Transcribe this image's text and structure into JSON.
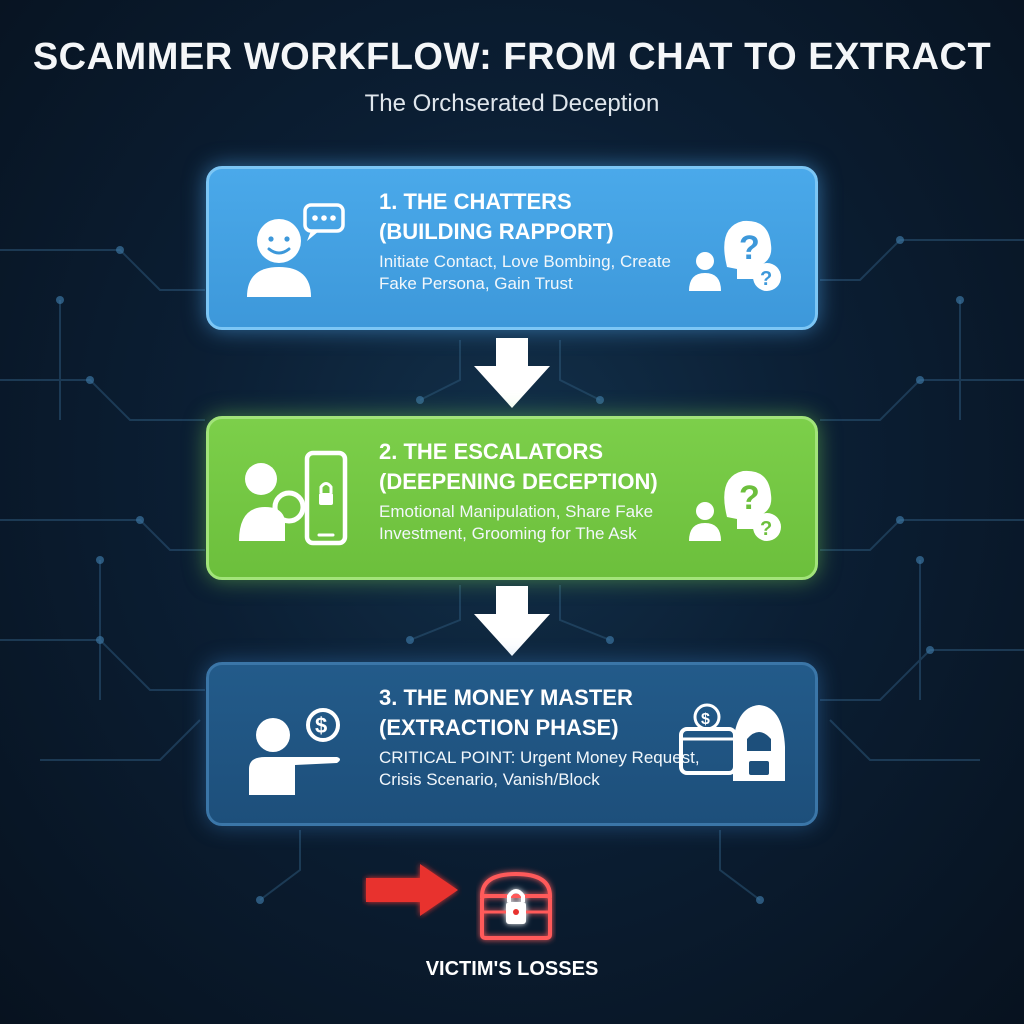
{
  "header": {
    "title": "SCAMMER WORKFLOW: FROM CHAT TO EXTRACT",
    "subtitle": "The Orchserated Deception"
  },
  "stages": [
    {
      "title": "1. THE CHATTERS\n(BUILDING RAPPORT)",
      "description": "Initiate Contact, Love Bombing, Create Fake Persona, Gain Trust",
      "color": "#4aa9ea",
      "left_icon": "person-chat-icon",
      "right_icon": "confused-people-icon"
    },
    {
      "title": "2. THE ESCALATORS\n(DEEPENING DECEPTION)",
      "description": "Emotional Manipulation, Share Fake Investment, Grooming for The Ask",
      "color": "#7ccf4a",
      "left_icon": "person-phone-search-icon",
      "right_icon": "confused-people-icon"
    },
    {
      "title": "3. THE MONEY MASTER\n(EXTRACTION PHASE)",
      "description": "CRITICAL POINT: Urgent Money Request, Crisis Scenario, Vanish/Block",
      "color": "#235b8a",
      "left_icon": "person-pointing-money-icon",
      "right_icon": "wallet-hacker-icon"
    }
  ],
  "outcome": {
    "label": "VICTIM'S LOSSES",
    "icon": "locked-chest-icon",
    "arrow_color": "#e8322e"
  }
}
